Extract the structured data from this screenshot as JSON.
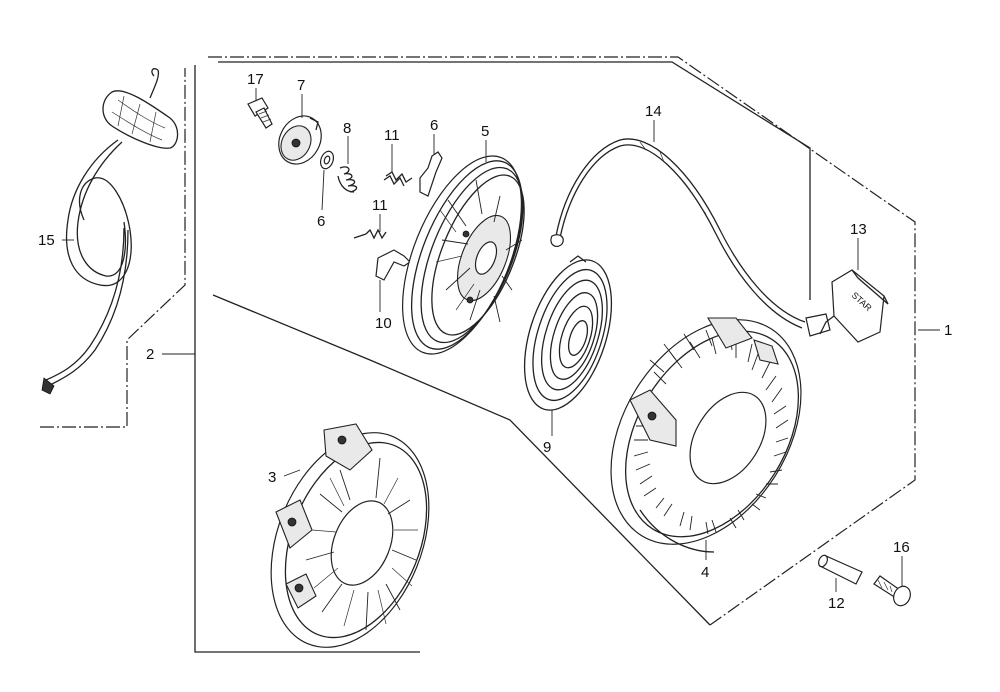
{
  "diagram": {
    "callouts": [
      {
        "id": "c1",
        "text": "1"
      },
      {
        "id": "c2",
        "text": "2"
      },
      {
        "id": "c3",
        "text": "3"
      },
      {
        "id": "c4",
        "text": "4"
      },
      {
        "id": "c5",
        "text": "5"
      },
      {
        "id": "c6a",
        "text": "6"
      },
      {
        "id": "c6b",
        "text": "6"
      },
      {
        "id": "c7",
        "text": "7"
      },
      {
        "id": "c8",
        "text": "8"
      },
      {
        "id": "c9",
        "text": "9"
      },
      {
        "id": "c10",
        "text": "10"
      },
      {
        "id": "c11a",
        "text": "11"
      },
      {
        "id": "c11b",
        "text": "11"
      },
      {
        "id": "c12",
        "text": "12"
      },
      {
        "id": "c13",
        "text": "13"
      },
      {
        "id": "c14",
        "text": "14"
      },
      {
        "id": "c15",
        "text": "15"
      },
      {
        "id": "c16",
        "text": "16"
      },
      {
        "id": "c17",
        "text": "17"
      }
    ],
    "handle_text": "STAR"
  }
}
